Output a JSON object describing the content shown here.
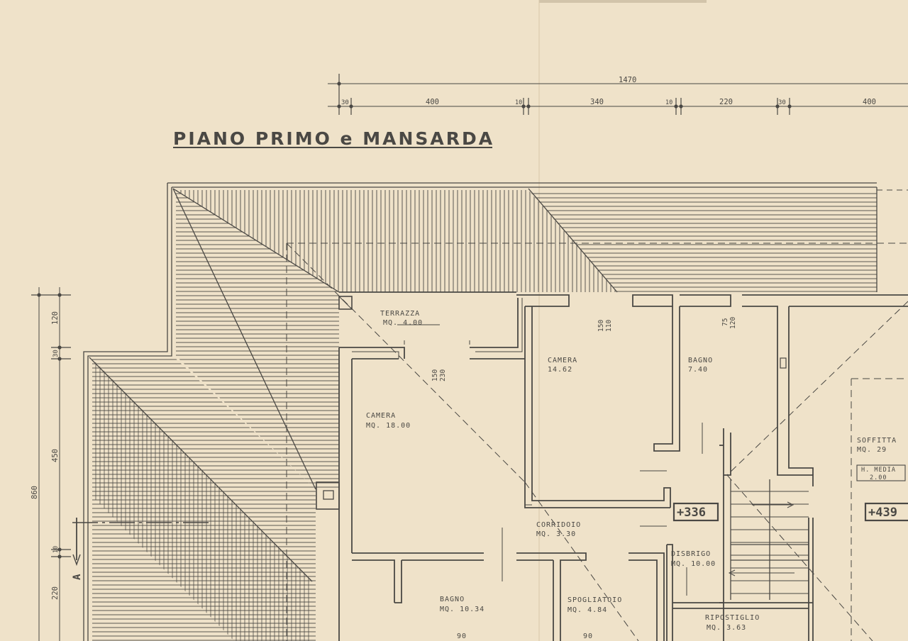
{
  "title": "PIANO PRIMO e MANSARDA",
  "colors": {
    "paper": "#efe2c9",
    "ink": "#4a4844"
  },
  "dimensions_top": {
    "total": "1470",
    "segments": [
      "30",
      "400",
      "10",
      "340",
      "10",
      "220",
      "30",
      "400"
    ]
  },
  "dimensions_left": {
    "total": "860",
    "segments": [
      "120",
      "30",
      "450",
      "10",
      "220"
    ]
  },
  "wall_dims": {
    "camera1": [
      "150",
      "230"
    ],
    "camera2": [
      "150",
      "110"
    ],
    "bagno2": [
      "75",
      "120"
    ]
  },
  "section_marker": "A",
  "levels": {
    "level1": "+336",
    "level2": "+439"
  },
  "rooms": {
    "terrazza": {
      "name": "TERRAZZA",
      "area": "MQ. 4.00"
    },
    "camera1": {
      "name": "CAMERA",
      "area": "MQ. 18.00"
    },
    "camera2": {
      "name": "CAMERA",
      "area": "14.62"
    },
    "bagno2": {
      "name": "BAGNO",
      "area": "7.40"
    },
    "soffitta": {
      "name": "SOFFITTA",
      "area": "MQ. 29",
      "note1": "H. MEDIA",
      "note2": "2.00"
    },
    "corridoio": {
      "name": "CORRIDOIO",
      "area": "MQ. 3.30"
    },
    "disbrigo": {
      "name": "DISBRIGO",
      "area": "MQ. 10.00"
    },
    "bagno1": {
      "name": "BAGNO",
      "area": "MQ. 10.34"
    },
    "spogliatoio": {
      "name": "SPOGLIATOIO",
      "area": "MQ. 4.84"
    },
    "ripostiglio": {
      "name": "RIPOSTIGLIO",
      "area": "MQ. 3.63"
    },
    "cut1": "90",
    "cut2": "90"
  }
}
